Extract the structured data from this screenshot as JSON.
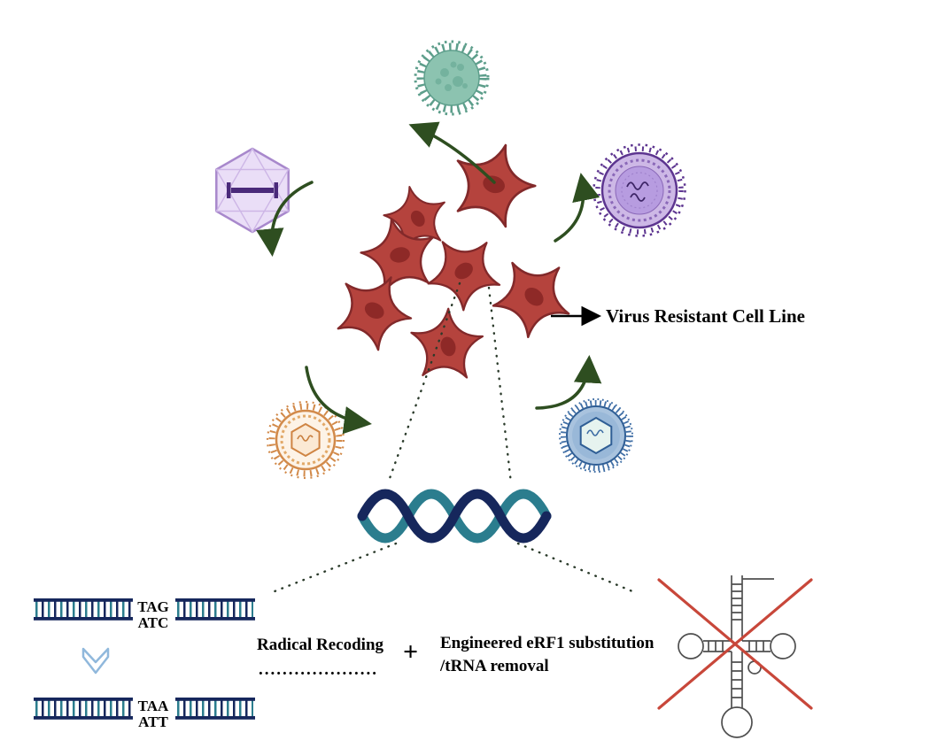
{
  "figure": {
    "labels": {
      "virus_resistant_cell_line": "Virus Resistant Cell Line",
      "radical_recoding": "Radical Recoding",
      "recoding_dots": "....................",
      "plus_sign": "+",
      "erf1_line1": "Engineered eRF1 substitution",
      "erf1_line2": "/tRNA removal",
      "codon_tag": "TAG",
      "codon_atc": "ATC",
      "codon_taa": "TAA",
      "codon_att": "ATT"
    },
    "icons": {
      "top_virus": "coronavirus-icon",
      "upper_left_virus": "icosahedral-phage-icon",
      "upper_right_virus": "enveloped-purple-virus-icon",
      "lower_left_virus": "orange-spiked-virus-icon",
      "lower_right_virus": "blue-spiked-virus-icon",
      "center": "cell-cluster-icon",
      "genome": "dna-helix-icon",
      "edit": "dna-ladder-edit-icon",
      "removed": "crossed-out-trna-icon"
    },
    "colors": {
      "cell_fill": "#b5433d",
      "cell_nucleus": "#8e2927",
      "arrow_green": "#2e4e20",
      "helix_navy": "#16275c",
      "helix_teal": "#2b7d8e",
      "red_cross": "#c8473a",
      "virus_teal": "#8cc3b0",
      "virus_purple": "#5d3590",
      "virus_orange": "#d28a4a",
      "virus_blue": "#3f6ea5"
    }
  }
}
